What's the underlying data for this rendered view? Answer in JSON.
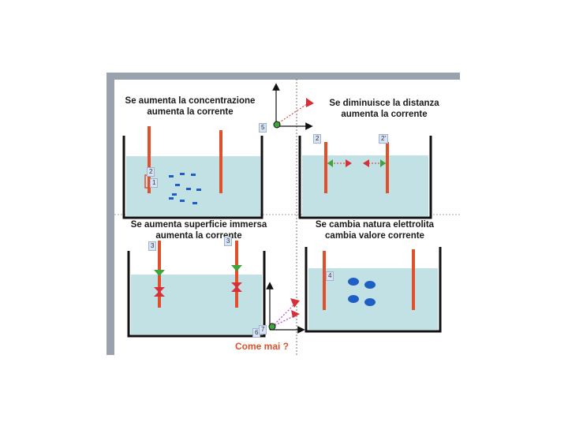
{
  "panels": {
    "top_left": {
      "line1": "Se aumenta la concentrazione",
      "line2": "aumenta la corrente"
    },
    "top_right": {
      "line1": "Se diminuisce la distanza",
      "line2": "aumenta la corrente"
    },
    "bottom_left": {
      "line1": "Se aumenta superficie immersa",
      "line2": "aumenta la corrente"
    },
    "bottom_right": {
      "line1": "Se cambia natura elettrolita",
      "line2": "cambia valore corrente"
    }
  },
  "question": "Come mai ?",
  "tags": {
    "t1": "1",
    "t2": "2",
    "t2b": "2",
    "t2c": "2'",
    "t3": "3",
    "t3b": "3",
    "t4": "4",
    "t5": "5",
    "t6": "6",
    "t7": "7"
  },
  "colors": {
    "frame": "#9aa3ad",
    "water": "#c2e1e5",
    "electrode": "#e0502a",
    "ion": "#1f5fc4",
    "arrow_red": "#d6313a",
    "arrow_green": "#3ca53c",
    "arrow_magenta": "#c04ad0",
    "question": "#e0502a"
  }
}
